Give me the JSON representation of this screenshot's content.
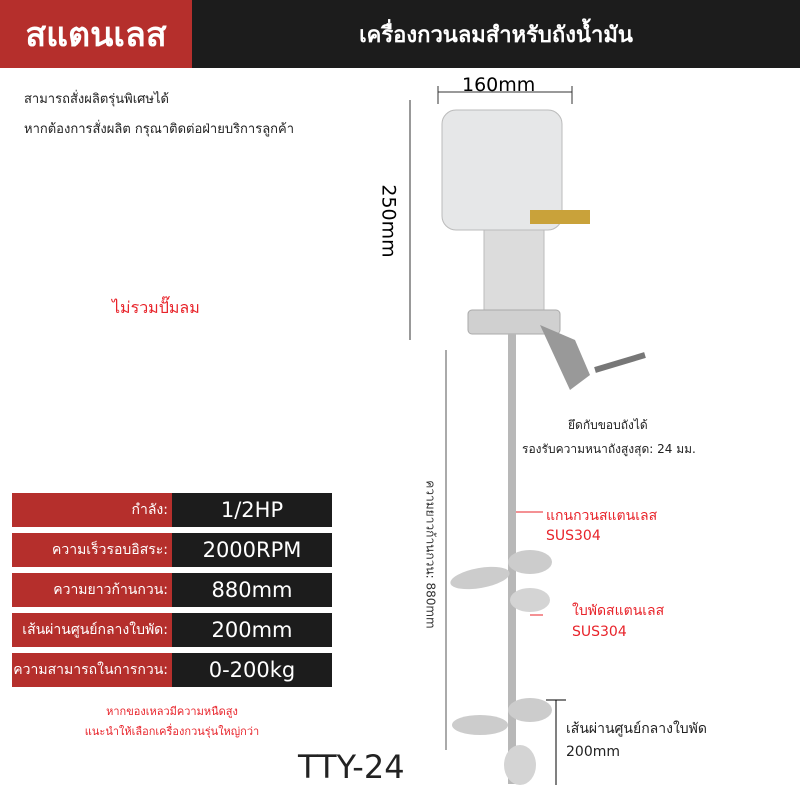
{
  "header": {
    "badge": "สแตนเลส",
    "title": "เครื่องกวนลมสำหรับถังน้ำมัน"
  },
  "notes": {
    "line1": "สามารถสั่งผลิตรุ่นพิเศษได้",
    "line2": "หากต้องการสั่งผลิต กรุณาติดต่อฝ่ายบริการลูกค้า",
    "no_pump": "ไม่รวมปั๊มลม"
  },
  "dimensions": {
    "width": "160mm",
    "height": "250mm",
    "shaft": "ความยาวก้านกวน: 880mm"
  },
  "specs": [
    {
      "label": "กำลัง:",
      "value": "1/2HP"
    },
    {
      "label": "ความเร็วรอบอิสระ:",
      "value": "2000RPM"
    },
    {
      "label": "ความยาวก้านกวน:",
      "value": "880mm"
    },
    {
      "label": "เส้นผ่านศูนย์กลางใบพัด:",
      "value": "200mm"
    },
    {
      "label": "ความสามารถในการกวน:",
      "value": "0-200kg"
    }
  ],
  "warning": {
    "line1": "หากของเหลวมีความหนืดสูง",
    "line2": "แนะนำให้เลือกเครื่องกวนรุ่นใหญ่กว่า"
  },
  "callouts": {
    "clamp1": "ยึดกับขอบถังได้",
    "clamp2": "รองรับความหนาถังสูงสุด: 24 มม.",
    "shaft1": "แกนกวนสแตนเลส",
    "shaft2": "SUS304",
    "blade1": "ใบพัดสแตนเลส",
    "blade2": "SUS304",
    "dia1": "เส้นผ่านศูนย์กลางใบพัด",
    "dia2": "200mm"
  },
  "model": "TTY-24",
  "colors": {
    "red": "#b52f2c",
    "dark": "#1c1c1c",
    "accent_text": "#e8232a"
  }
}
